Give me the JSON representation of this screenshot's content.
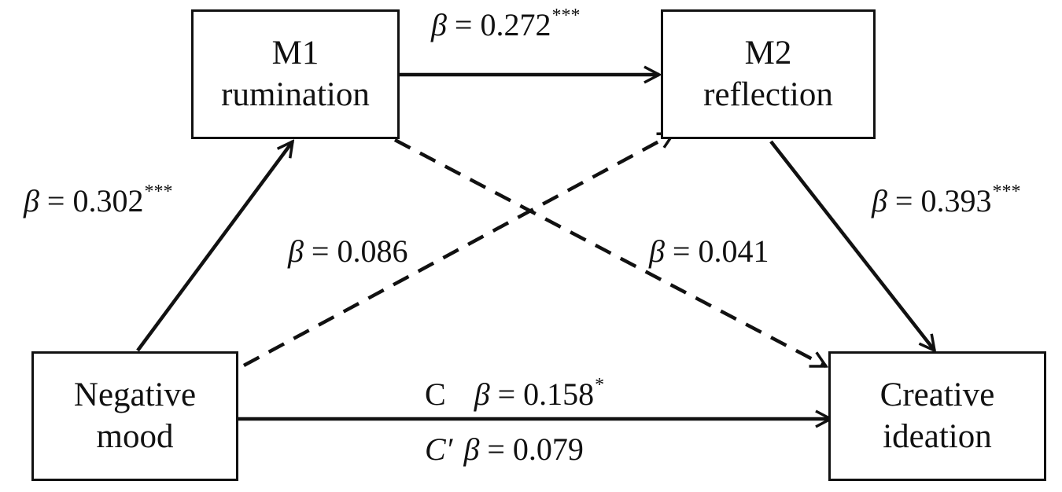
{
  "nodes": {
    "m1": {
      "line1": "M1",
      "line2": "rumination"
    },
    "m2": {
      "line1": "M2",
      "line2": "reflection"
    },
    "x": {
      "line1": "Negative",
      "line2": "mood"
    },
    "y": {
      "line1": "Creative",
      "line2": "ideation"
    }
  },
  "paths": {
    "x_m1": {
      "symbol": "β",
      "text": " = 0.302",
      "sig": "***",
      "style": "solid"
    },
    "m1_m2": {
      "symbol": "β",
      "text": " = 0.272",
      "sig": "***",
      "style": "solid"
    },
    "m2_y": {
      "symbol": "β",
      "text": " = 0.393",
      "sig": "***",
      "style": "solid"
    },
    "x_m2": {
      "symbol": "β",
      "text": " = 0.086",
      "sig": "",
      "style": "dashed"
    },
    "m1_y": {
      "symbol": "β",
      "text": " = 0.041",
      "sig": "",
      "style": "dashed"
    },
    "c": {
      "prefix": "C",
      "symbol": "β",
      "text": " = 0.158",
      "sig": "*",
      "style": "solid"
    },
    "c_prime": {
      "prefix": "C′",
      "symbol": "β",
      "text": " = 0.079",
      "sig": ""
    }
  }
}
